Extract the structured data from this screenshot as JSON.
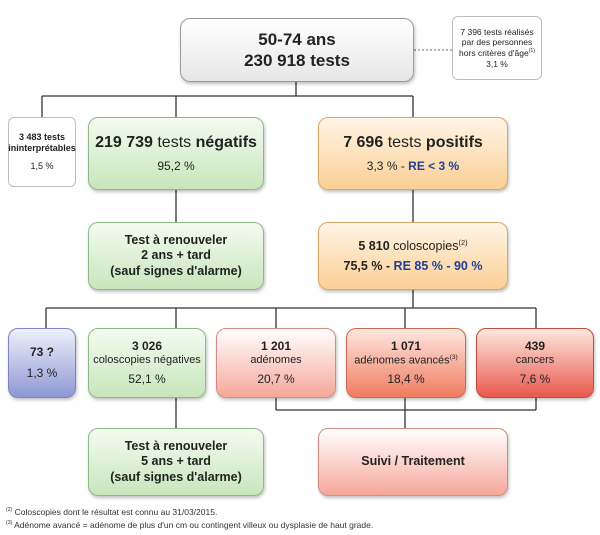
{
  "top": {
    "age": "50-74 ans",
    "tests": "230 918 tests"
  },
  "outside_age": {
    "line1": "7 396 tests réalisés",
    "line2": "par des personnes",
    "line3": "hors critères d'âge",
    "sup": "(1)",
    "pct": "3,1 %"
  },
  "uninterpretable": {
    "count": "3 483 tests",
    "label": "ininterprétables",
    "pct": "1,5 %"
  },
  "negative": {
    "count": "219 739",
    "label_plain": "tests ",
    "label_bold": "négatifs",
    "pct": "95,2 %"
  },
  "positive": {
    "count": "7 696",
    "label_plain": "tests ",
    "label_bold": "positifs",
    "pct": "3,3 %",
    "sep": " - ",
    "re": "RE < 3 %"
  },
  "renew_2": {
    "line1": "Test à renouveler",
    "line2": "2 ans + tard",
    "line3": "(sauf signes d'alarme)"
  },
  "colonoscopies": {
    "count": "5 810",
    "label": "coloscopies",
    "sup": "(2)",
    "pct": "75,5 %",
    "sep": " - ",
    "re": "RE 85 % - 90 %"
  },
  "unknown": {
    "count": "73 ?",
    "pct": "1,3 %"
  },
  "negative_colo": {
    "count": "3 026",
    "label": "coloscopies négatives",
    "pct": "52,1 %"
  },
  "adenomas": {
    "count": "1 201",
    "label": "adénomes",
    "pct": "20,7 %"
  },
  "advanced_adenomas": {
    "count": "1 071",
    "label": "adénomes avancés",
    "sup": "(3)",
    "pct": "18,4 %"
  },
  "cancers": {
    "count": "439",
    "label": "cancers",
    "pct": "7,6 %"
  },
  "renew_5": {
    "line1": "Test à renouveler",
    "line2": "5 ans + tard",
    "line3": "(sauf signes d'alarme)"
  },
  "followup": {
    "label": "Suivi / Traitement"
  },
  "footnotes": [
    {
      "sup": "(2)",
      "text": " Coloscopies dont le résultat est connu au 31/03/2015."
    },
    {
      "sup": "(3)",
      "text": " Adénome avancé = adénome de plus d'un cm ou contingent villeux ou dysplasie de haut grade."
    }
  ],
  "colors": {
    "line": "#333333",
    "dashed": "#666666",
    "accent": "#1f3f99"
  }
}
